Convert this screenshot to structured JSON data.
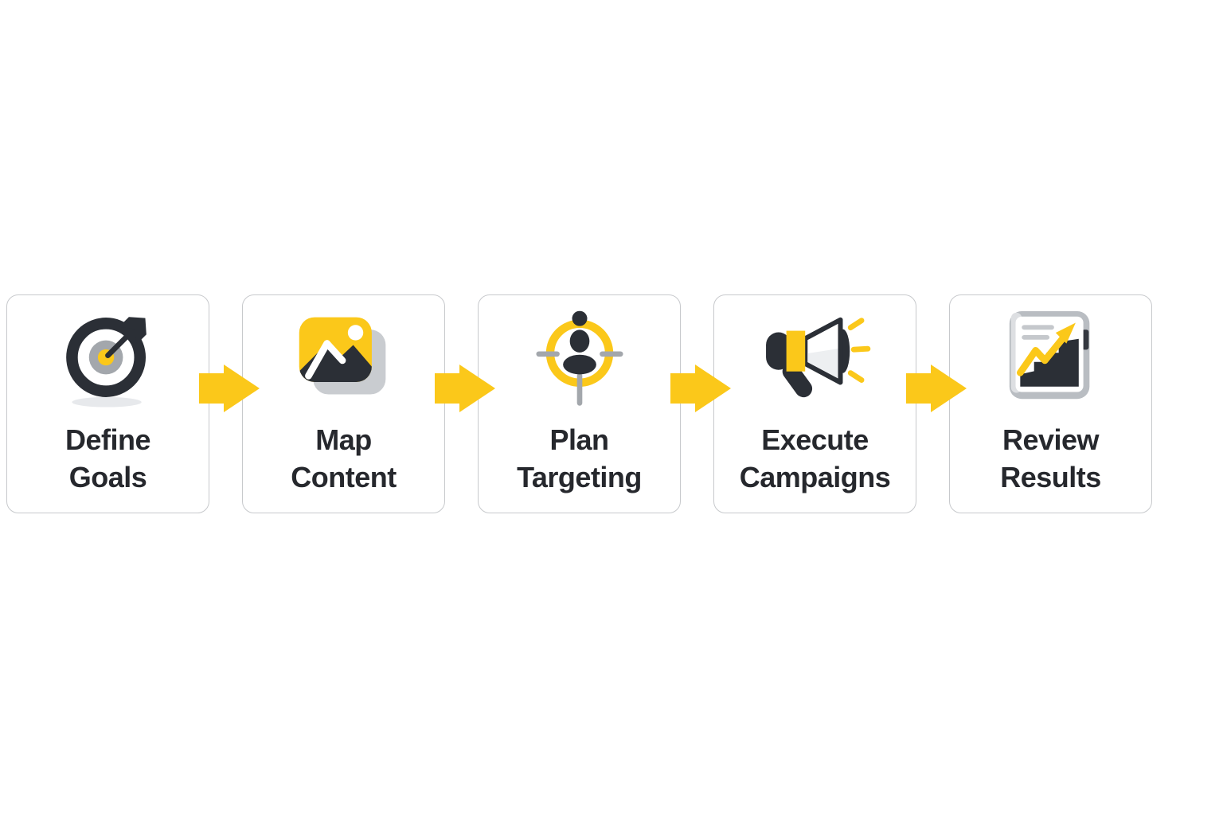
{
  "diagram": {
    "type": "process-flow",
    "direction": "left-to-right",
    "connector": "block-arrow-right",
    "steps": [
      {
        "id": 1,
        "icon": "target-bullseye-icon",
        "line1": "Define",
        "line2": "Goals"
      },
      {
        "id": 2,
        "icon": "image-photo-icon",
        "line1": "Map",
        "line2": "Content"
      },
      {
        "id": 3,
        "icon": "audience-target-icon",
        "line1": "Plan",
        "line2": "Targeting"
      },
      {
        "id": 4,
        "icon": "megaphone-icon",
        "line1": "Execute",
        "line2": "Campaigns"
      },
      {
        "id": 5,
        "icon": "report-chart-icon",
        "line1": "Review",
        "line2": "Results"
      }
    ]
  },
  "colors": {
    "accent_yellow": "#FBC81A",
    "ink_dark": "#2B2F36",
    "gray_mid": "#A3A7AC",
    "gray_light": "#C9CCD0",
    "shadow_gray": "#E7E9EC",
    "card_border": "#C7C9CC",
    "text": "#26282D",
    "background": "#FFFFFF"
  }
}
